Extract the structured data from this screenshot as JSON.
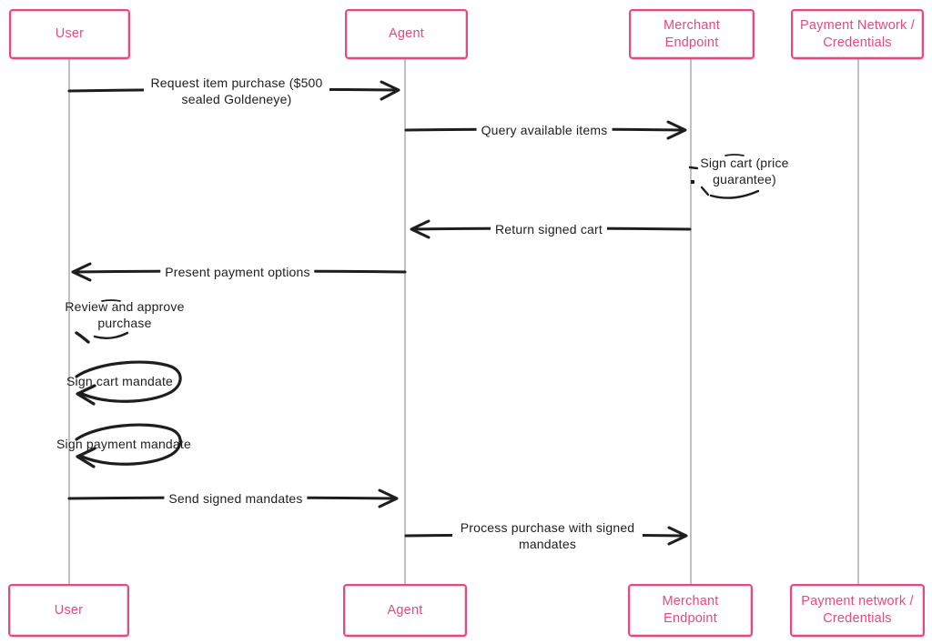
{
  "diagram_type": "sequence-diagram",
  "colors": {
    "accent": "#e64980",
    "ink": "#1e1e1e",
    "lifeline": "#9e9e9e",
    "background": "#ffffff"
  },
  "actors_top": [
    {
      "label": "User"
    },
    {
      "label": "Agent"
    },
    {
      "label": "Merchant Endpoint"
    },
    {
      "label": "Payment Network / Credentials"
    }
  ],
  "actors_bottom": [
    {
      "label": "User"
    },
    {
      "label": "Agent"
    },
    {
      "label": "Merchant Endpoint"
    },
    {
      "label": "Payment network / Credentials"
    }
  ],
  "messages": [
    {
      "from": "User",
      "to": "Agent",
      "label": "Request item purchase ($500 sealed Goldeneye)"
    },
    {
      "from": "Agent",
      "to": "Merchant Endpoint",
      "label": "Query available items"
    },
    {
      "from": "Merchant Endpoint",
      "to": "Merchant Endpoint",
      "self_message": true,
      "label": "Sign cart (price guarantee)"
    },
    {
      "from": "Merchant Endpoint",
      "to": "Agent",
      "label": "Return signed cart"
    },
    {
      "from": "Agent",
      "to": "User",
      "label": "Present payment options"
    },
    {
      "from": "User",
      "to": "User",
      "self_message": true,
      "label": "Review and approve purchase"
    },
    {
      "from": "User",
      "to": "User",
      "self_message": true,
      "label": "Sign cart mandate"
    },
    {
      "from": "User",
      "to": "User",
      "self_message": true,
      "label": "Sign payment mandate"
    },
    {
      "from": "User",
      "to": "Agent",
      "label": "Send signed mandates"
    },
    {
      "from": "Agent",
      "to": "Merchant Endpoint",
      "label": "Process purchase with signed mandates"
    }
  ]
}
